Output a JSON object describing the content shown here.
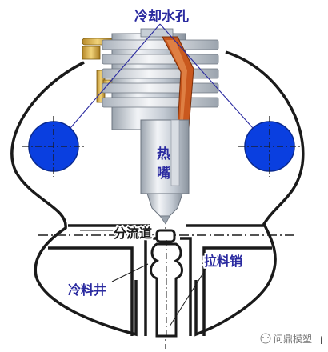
{
  "labels": {
    "cooling_holes": "冷却水孔",
    "hot_nozzle_1": "热",
    "hot_nozzle_2": "嘴",
    "runner": "分流道",
    "cold_well": "冷料井",
    "puller_pin": "拉料销",
    "watermark": "问鼎模塑",
    "corner_mark": "i"
  },
  "colors": {
    "outline": "#1a1a1a",
    "cooling_blue": "#0a3fe0",
    "label_blue": "#2a2aa0",
    "heater_orange": "#c9581e",
    "metal_light": "#e6e9ee",
    "metal_mid": "#b7bfca",
    "metal_dark": "#7f8894"
  }
}
